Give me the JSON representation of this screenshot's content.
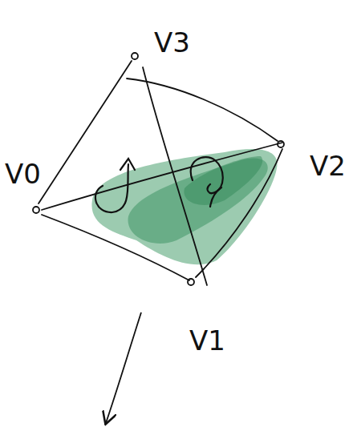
{
  "diagram": {
    "labels": [
      "V3",
      "V0",
      "V2",
      "V1"
    ]
  }
}
